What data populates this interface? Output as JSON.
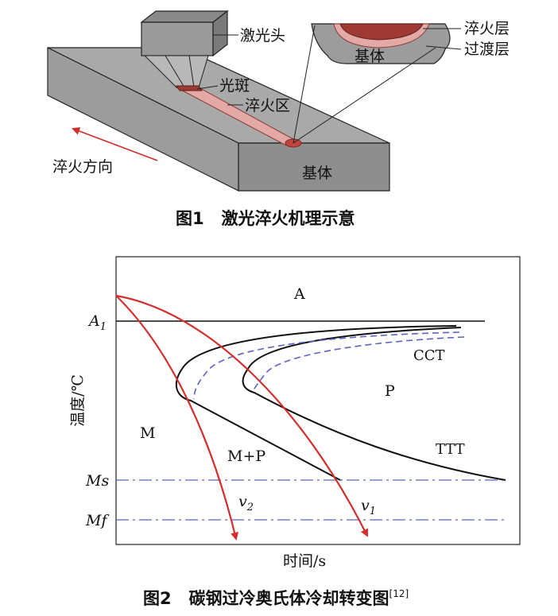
{
  "fig1": {
    "labels": {
      "laser_head": "激光头",
      "spot": "光斑",
      "quench_zone": "淬火区",
      "quench_dir": "淬火方向",
      "substrate": "基体",
      "inset_substrate": "基体",
      "quench_layer": "淬火层",
      "transition_layer": "过渡层"
    },
    "caption": "图1   激光淬火机理示意",
    "colors": {
      "block_top": "#a9a9a9",
      "block_front": "#8e8e8e",
      "track": "#e3a9a6",
      "spot": "#9e3a33",
      "arrow": "#d62c2c"
    }
  },
  "fig2": {
    "caption": "图2   碳钢过冷奥氏体冷却转变图",
    "caption_ref": "[12]",
    "ylabel": "温度/℃",
    "xlabel": "时间/s",
    "labels": {
      "A1": "A",
      "A1_sub": "1",
      "Ms": "Ms",
      "Mf": "Mf",
      "austenite": "A",
      "martensite": "M",
      "pearlite": "P",
      "mixed": "M+P",
      "cct": "CCT",
      "ttt": "TTT",
      "v1": "v",
      "v1_sub": "1",
      "v2": "v",
      "v2_sub": "2"
    },
    "colors": {
      "ttt_curve": "#111111",
      "cct_curve": "#5b63c4",
      "cooling_curve": "#d32f2f",
      "ms_mf_line": "#5b63c4"
    }
  }
}
